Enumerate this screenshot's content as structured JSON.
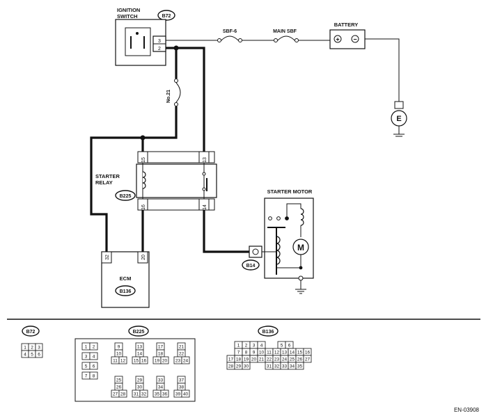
{
  "ignition_switch": {
    "label_line1": "IGNITION",
    "label_line2": "SWITCH",
    "connector": "B72",
    "pins": [
      "3",
      "2"
    ]
  },
  "fuses": {
    "sbf6": "SBF-6",
    "main_sbf": "MAIN SBF",
    "no21": "No.21"
  },
  "battery": {
    "label": "BATTERY",
    "plus": "+",
    "minus": "−"
  },
  "ground": {
    "label": "E"
  },
  "starter_relay": {
    "label_line1": "STARTER",
    "label_line2": "RELAY",
    "connector": "B225",
    "pins": [
      "15",
      "13",
      "16",
      "14"
    ]
  },
  "starter_motor": {
    "label": "STARTER MOTOR",
    "connector": "B14",
    "motor": "M"
  },
  "ecm": {
    "label": "ECM",
    "connector": "B136",
    "pins": [
      "32",
      "20"
    ]
  },
  "connector_views": {
    "b72": {
      "id": "B72",
      "rows": [
        [
          "1",
          "2",
          "3"
        ],
        [
          "4",
          "5",
          "6"
        ]
      ]
    },
    "b225": {
      "id": "B225",
      "pins": [
        "1",
        "2",
        "3",
        "4",
        "5",
        "6",
        "7",
        "8",
        "9",
        "10",
        "11",
        "12",
        "13",
        "14",
        "15",
        "16",
        "17",
        "18",
        "19",
        "20",
        "21",
        "22",
        "23",
        "24",
        "25",
        "26",
        "27",
        "28",
        "29",
        "30",
        "31",
        "32",
        "33",
        "34",
        "35",
        "36",
        "37",
        "38",
        "39",
        "40"
      ]
    },
    "b136": {
      "id": "B136",
      "rows": [
        [
          "1",
          "2",
          "3",
          "4",
          "5",
          "6"
        ],
        [
          "7",
          "8",
          "9",
          "10",
          "11",
          "12",
          "13",
          "14",
          "15",
          "16"
        ],
        [
          "17",
          "18",
          "19",
          "20",
          "21",
          "22",
          "23",
          "24",
          "25",
          "26",
          "27"
        ],
        [
          "28",
          "29",
          "30",
          "31",
          "32",
          "33",
          "34",
          "35"
        ]
      ]
    }
  },
  "figure_code": "EN-03908"
}
